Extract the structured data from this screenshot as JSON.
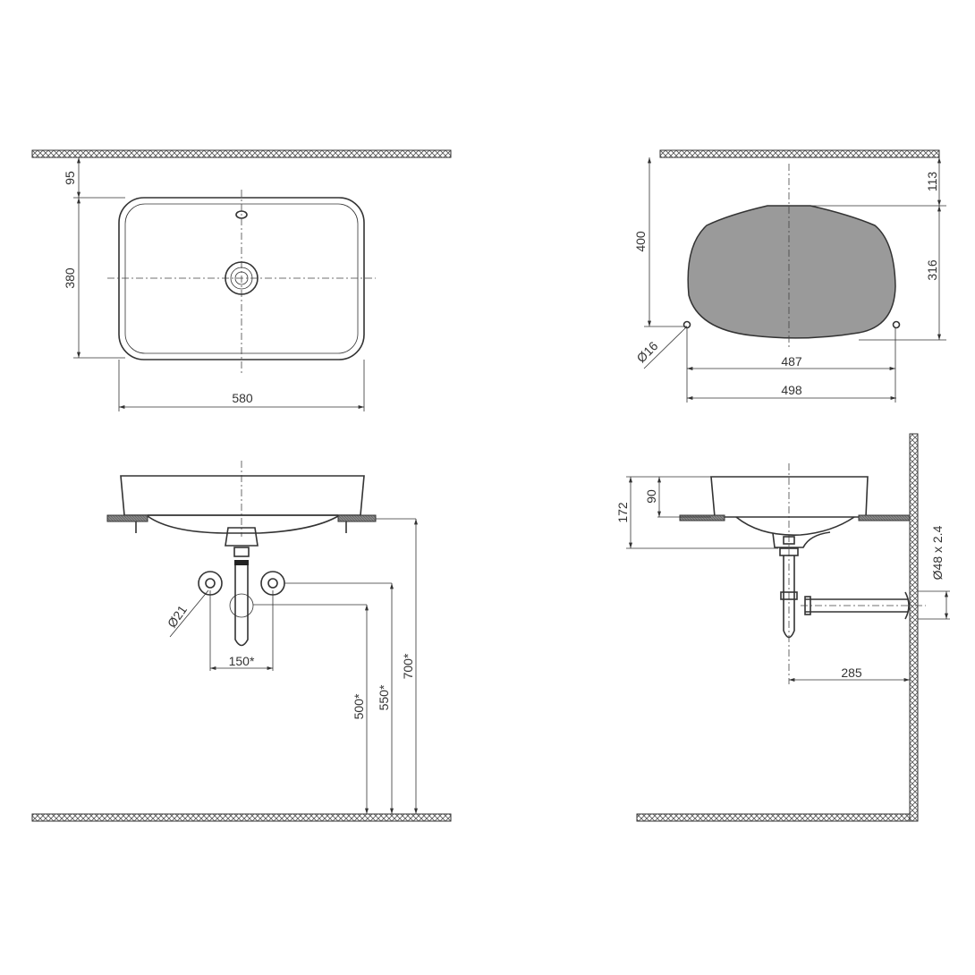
{
  "colors": {
    "line": "#333333",
    "fill_gray": "#9a9a9a",
    "hatch": "#555555"
  },
  "top_view": {
    "dims": {
      "offset_top": "95",
      "depth": "380",
      "width": "580"
    }
  },
  "back_view": {
    "dims": {
      "height": "400",
      "top_offset": "113",
      "body_height": "316",
      "inner_width": "487",
      "outer_width": "498",
      "bolt_diameter": "Ø16"
    }
  },
  "front_view": {
    "dims": {
      "valve_spacing": "150*",
      "valve_diameter": "Ø21",
      "trap_height": "500*",
      "valve_height": "550*",
      "counter_height": "700*"
    }
  },
  "side_view": {
    "dims": {
      "basin_height": "90",
      "total_height": "172",
      "pipe_diameter": "Ø48 x 2.4",
      "wall_distance": "285"
    }
  }
}
